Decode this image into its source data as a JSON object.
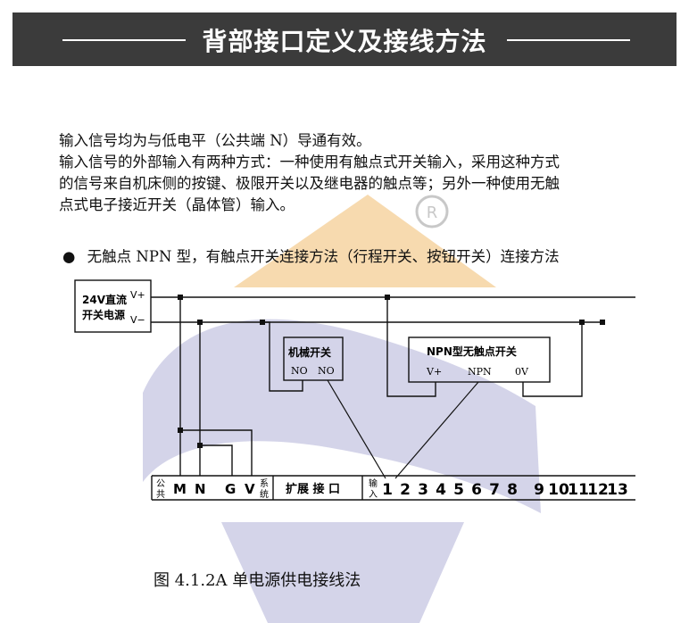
{
  "header": {
    "title": "背部接口定义及接线方法"
  },
  "intro": {
    "line1": "输入信号均为与低电平（公共端 N）导通有效。",
    "line2": "输入信号的外部输入有两种方式：一种使用有触点式开关输入，采用这种方式",
    "line3": "的信号来自机床侧的按键、极限开关以及继电器的触点等；另外一种使用无触",
    "line4": "点式电子接近开关（晶体管）输入。"
  },
  "bullet": {
    "symbol": "●",
    "text": "无触点 NPN 型，有触点开关连接方法（行程开关、按钮开关）连接方法"
  },
  "diagram": {
    "power_supply": {
      "label_line1": "24V直流",
      "label_line2": "开关电源",
      "vplus": "V+",
      "vminus": "V−"
    },
    "mech_switch": {
      "title": "机械开关",
      "pin1": "NO",
      "pin2": "NO"
    },
    "npn_switch": {
      "title": "NPN型无触点开关",
      "pin_v": "V+",
      "pin_npn": "NPN",
      "pin_0v": "0V"
    },
    "terminal": {
      "common_top": "公",
      "common_bottom": "共",
      "m": "M",
      "n": "N",
      "g": "G",
      "v": "V",
      "system_top": "系",
      "system_bottom": "统",
      "expansion": "扩展 接 口",
      "input_top": "输",
      "input_bottom": "入",
      "numbers": [
        "1",
        "2",
        "3",
        "4",
        "5",
        "6",
        "7",
        "8",
        "9",
        "10",
        "11",
        "12",
        "13"
      ]
    }
  },
  "caption": "图 4.1.2A 单电源供电接线法",
  "colors": {
    "banner_bg": "#3b3b3b",
    "watermark_blue": "#c9c9e4",
    "watermark_orange": "#f6d3a1"
  }
}
